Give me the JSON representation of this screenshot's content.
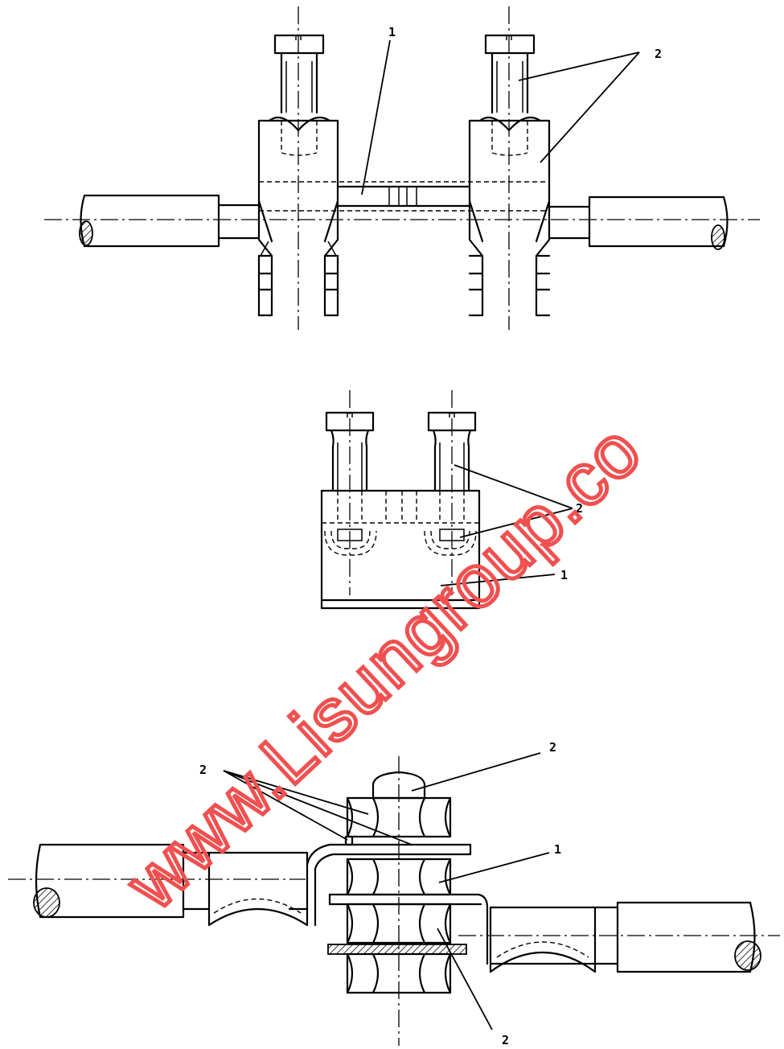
{
  "figures": [
    {
      "id": "figure-top",
      "callouts": [
        "1",
        "2"
      ]
    },
    {
      "id": "figure-middle",
      "callouts": [
        "2",
        "1"
      ]
    },
    {
      "id": "figure-bottom",
      "callouts": [
        "2",
        "2",
        "1",
        "2"
      ]
    }
  ],
  "watermark": {
    "text": "www.Lisungroup.co",
    "color": "#f05050"
  },
  "colors": {
    "line": "#000000",
    "background": "#ffffff"
  }
}
